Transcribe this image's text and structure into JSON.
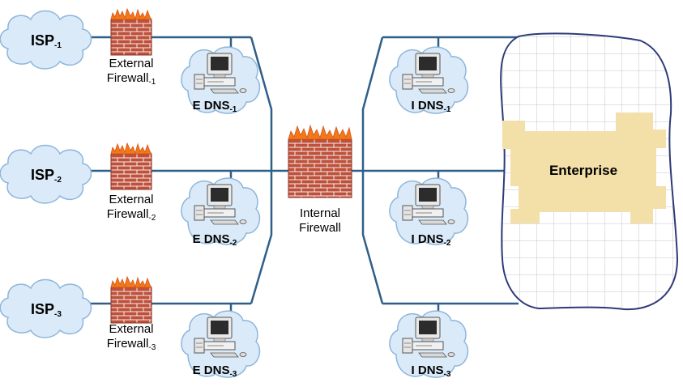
{
  "isps": [
    {
      "name": "ISP",
      "sub": "-1"
    },
    {
      "name": "ISP",
      "sub": "-2"
    },
    {
      "name": "ISP",
      "sub": "-3"
    }
  ],
  "external_firewalls": [
    {
      "line1": "External",
      "line2": "Firewall",
      "sub": "-1"
    },
    {
      "line1": "External",
      "line2": "Firewall",
      "sub": "-2"
    },
    {
      "line1": "External",
      "line2": "Firewall",
      "sub": "-3"
    }
  ],
  "external_dns": [
    {
      "name": "E DNS",
      "sub": "-1"
    },
    {
      "name": "E DNS",
      "sub": "-2"
    },
    {
      "name": "E DNS",
      "sub": "-3"
    }
  ],
  "internal_dns": [
    {
      "name": "I DNS",
      "sub": "-1"
    },
    {
      "name": "I DNS",
      "sub": "-2"
    },
    {
      "name": "I DNS",
      "sub": "-3"
    }
  ],
  "internal_firewall": {
    "line1": "Internal",
    "line2": "Firewall"
  },
  "enterprise": {
    "label": "Enterprise"
  },
  "colors": {
    "line": "#2f5f88",
    "cloud_fill": "#dbeaf8",
    "cloud_stroke": "#8db6dc",
    "brick": "#c0503a",
    "mortar": "#f0f0f0",
    "flame": "#f07a18",
    "building": "#f3dfa8",
    "grid": "#c6c6cc",
    "enterprise_outline": "#2e3a78"
  }
}
